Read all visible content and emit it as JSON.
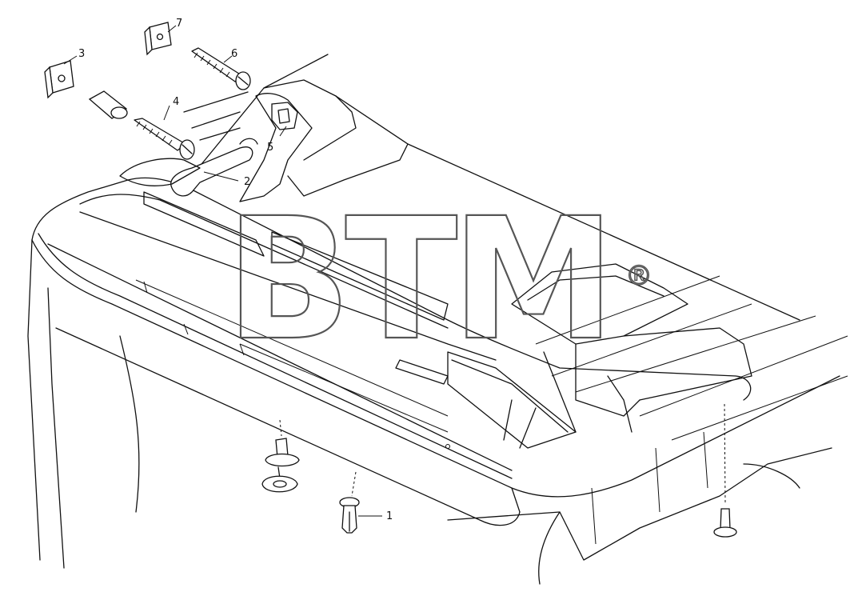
{
  "callouts": [
    {
      "id": "1",
      "label": "1"
    },
    {
      "id": "2",
      "label": "2"
    },
    {
      "id": "3",
      "label": "3"
    },
    {
      "id": "4",
      "label": "4"
    },
    {
      "id": "5",
      "label": "5"
    },
    {
      "id": "6",
      "label": "6"
    },
    {
      "id": "7",
      "label": "7"
    }
  ],
  "watermark": {
    "text": "BTM",
    "mark": "®"
  },
  "colors": {
    "line": "#111111",
    "background": "#ffffff",
    "watermark": "#555555"
  }
}
